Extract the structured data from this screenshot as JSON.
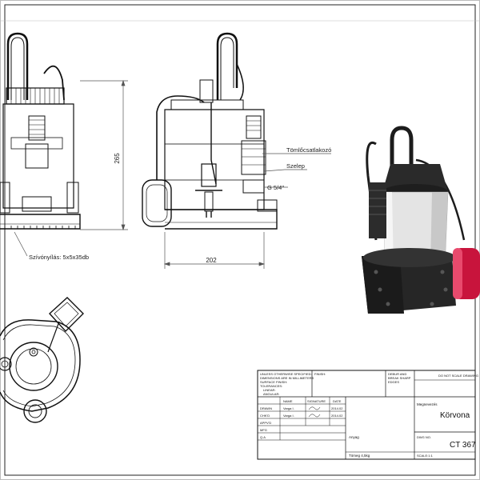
{
  "labels": {
    "hose_connector": "Tömlőcsatlakozó",
    "valve": "Szelep",
    "thread": "G 5/4\"",
    "suction": "Szívónyílás: 5x5x35db",
    "height_dim": "265",
    "width_dim": "202"
  },
  "title_block": {
    "unless_note": [
      "UNLESS OTHERWISE SPECIFIED:",
      "DIMENSIONS ARE IN MILLIMETERS",
      "SURFACE FINISH:",
      "TOLERANCES:",
      "LINEAR:",
      "ANGULAR:"
    ],
    "finish": "FINISH:",
    "deburr": [
      "DEBUR AND",
      "BREAK SHARP",
      "EDGES"
    ],
    "do_not_scale": "DO NOT SCALE DRAWING",
    "col_name": "NAME",
    "col_signature": "SIGNATURE",
    "col_date": "DATE",
    "rows": [
      {
        "role": "DRAWN",
        "name": "Varga I.",
        "date": "2014.02"
      },
      {
        "role": "CHK'D",
        "name": "Varga I.",
        "date": "2014.02"
      },
      {
        "role": "APPV'D",
        "name": "",
        "date": ""
      },
      {
        "role": "MFG",
        "name": "",
        "date": ""
      },
      {
        "role": "Q.A",
        "name": "",
        "date": ""
      }
    ],
    "megnevezes": "Megnevezés",
    "title": "Körvona",
    "anyag": "Anyag",
    "dwg_no_label": "DWG NO.",
    "dwg_no": "CT 367",
    "mass": "Tömeg 4,5kg",
    "scale": "SCALE:1:1"
  },
  "colors": {
    "pump_dark": "#2a2a2a",
    "pump_silver": "#e4e4e4",
    "float_red": "#c8143c"
  }
}
